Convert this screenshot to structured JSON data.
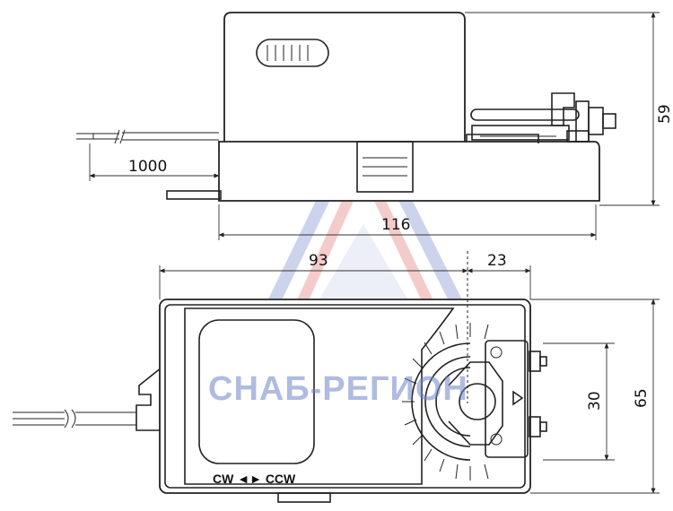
{
  "dimensions": {
    "cable_length": "1000",
    "width_side": "116",
    "height_side": "59",
    "top_left_span": "93",
    "top_right_span": "23",
    "shaft_spacing": "30",
    "body_height_top": "65"
  },
  "direction_label": "CW ◄► CCW",
  "watermark": {
    "text": "СНАБ-РЕГИОН",
    "color_blue": "#7080c8",
    "color_red": "#e06a6a"
  }
}
